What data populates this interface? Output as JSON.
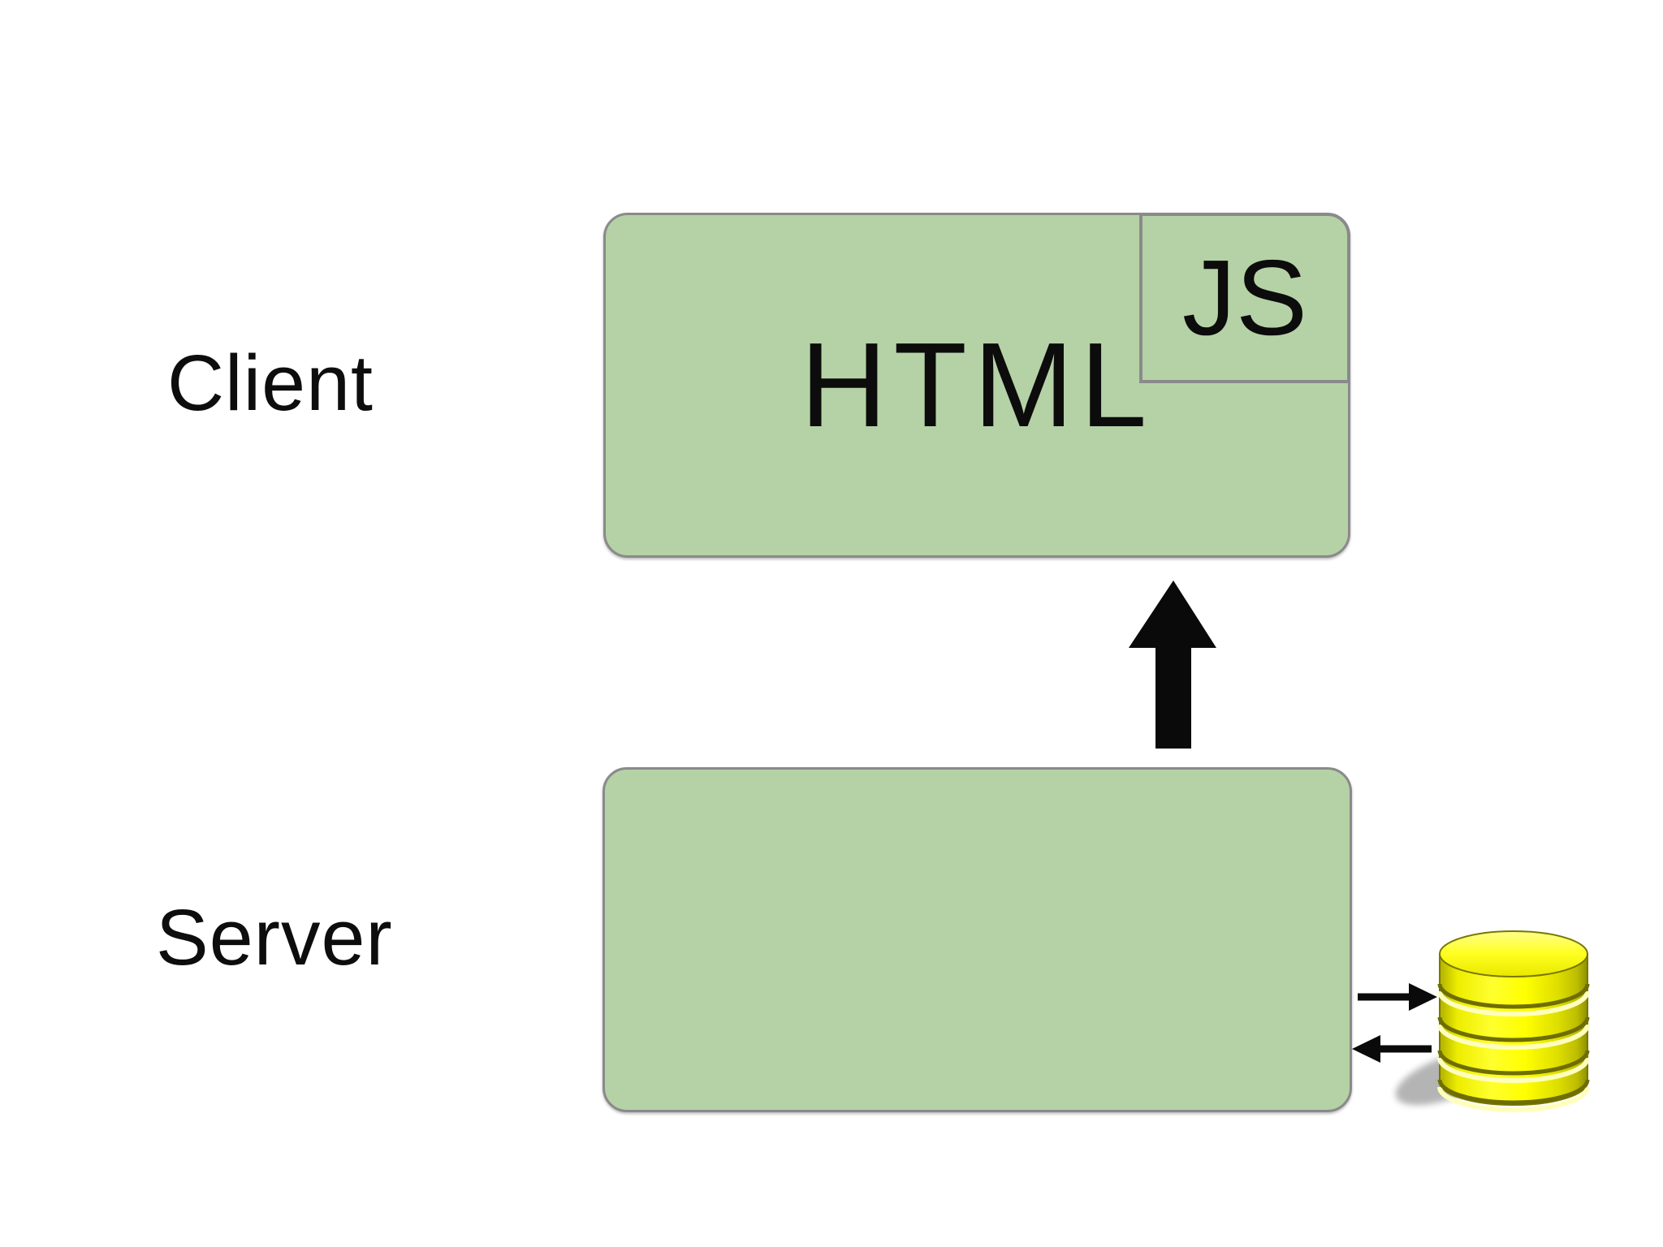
{
  "page": {
    "background": "#ffffff"
  },
  "labels": {
    "client": "Client",
    "server": "Server"
  },
  "client_box": {
    "title": "HTML",
    "js_badge": "JS"
  },
  "icons": {
    "server_to_client_arrow": "up-arrow-icon",
    "server_to_db_arrow": "right-arrow-icon",
    "db_to_server_arrow": "left-arrow-icon",
    "database": "database-icon"
  },
  "colors": {
    "box_fill": "#b5d2a6",
    "box_border": "#8a8a8a",
    "text_black": "#0d0d0d",
    "arrow_black": "#0a0a0a",
    "db_outline": "#787800",
    "db_band_dark": "#6e6e00",
    "db_band_light": "#ffffbd",
    "db_shadow": "#9b9b9b",
    "db_yellow_left": "#b0b000",
    "db_yellow_bright": "#ffff00",
    "db_yellow_right": "#8f8f00",
    "db_top_light": "#ffff8c"
  }
}
